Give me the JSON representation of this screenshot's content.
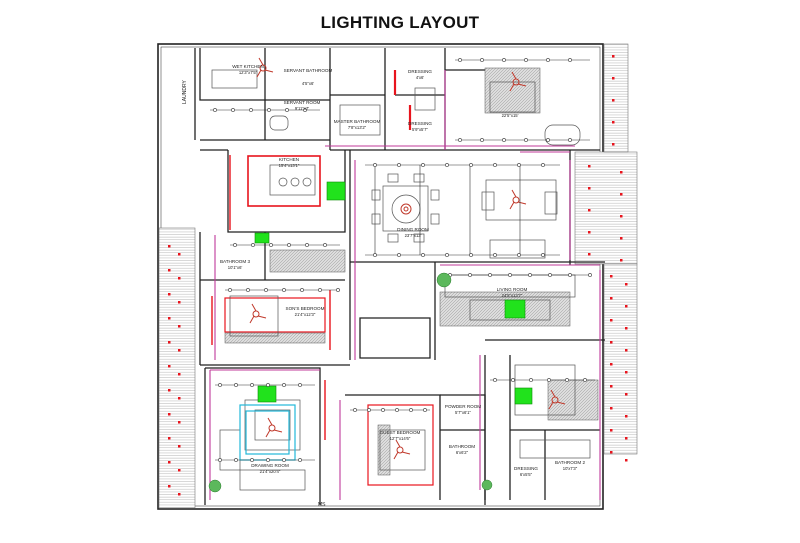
{
  "title": "LIGHTING LAYOUT",
  "side_label": "LAUNDRY",
  "entrance_label": "MS",
  "colors": {
    "wall": "#222222",
    "light": "#e8141d",
    "track": "#c0399a",
    "highlight": "#21e21c",
    "fan": "#c0392b",
    "furniture": "#555555"
  },
  "rooms": [
    {
      "name": "WET KITCHEN",
      "dim": "12'3\"x7'5\""
    },
    {
      "name": "SERVANT BATHROOM",
      "dim": "4'5\"x6'"
    },
    {
      "name": "SERVANT ROOM",
      "dim": "9'11\"x7'"
    },
    {
      "name": "MASTER BATHROOM",
      "dim": "7'8\"x13'2\""
    },
    {
      "name": "DRESSING",
      "dim": "4'x6'"
    },
    {
      "name": "DRESSING",
      "dim": "5'9\"x5'7\""
    },
    {
      "name": "",
      "dim": "22'5\"x15'"
    },
    {
      "name": "KITCHEN",
      "dim": "15'4\"x13'1\""
    },
    {
      "name": "DINING ROOM",
      "dim": "23'7\"x13'"
    },
    {
      "name": "BATHROOM 3",
      "dim": "10'1\"x6'"
    },
    {
      "name": "SON'S BEDROOM",
      "dim": "21'4\"x12'3\""
    },
    {
      "name": "LIVING ROOM",
      "dim": "24'5\"x13'7\""
    },
    {
      "name": "DRAWING ROOM",
      "dim": "21'4\"x20'4\""
    },
    {
      "name": "GUEST BEDROOM",
      "dim": "12'7\"x14'6\""
    },
    {
      "name": "POWDER ROOM",
      "dim": "5'7\"x6'1\""
    },
    {
      "name": "BATHROOM",
      "dim": "6'x6'2\""
    },
    {
      "name": "DRESSING",
      "dim": "6'x5'5\""
    },
    {
      "name": "BATHROOM 2",
      "dim": "10'x7'3\""
    }
  ]
}
